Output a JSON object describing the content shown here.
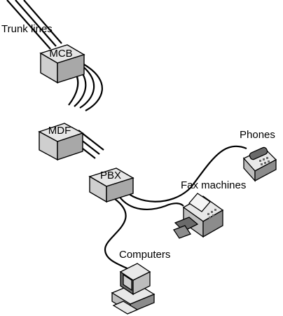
{
  "labels": {
    "trunk_lines": "Trunk lines",
    "phones": "Phones",
    "fax_machines": "Fax machines",
    "computers": "Computers"
  },
  "boxes": {
    "mcb": "MCB",
    "mdf": "MDF",
    "pbx": "PBX"
  },
  "colors": {
    "line": "#000000",
    "box_top": "#e6e6e6",
    "box_front": "#cfcfcf",
    "box_side": "#a8a8a8",
    "device_light": "#e8e8e8",
    "device_mid": "#bdbdbd",
    "device_dark": "#6a6a6a"
  }
}
